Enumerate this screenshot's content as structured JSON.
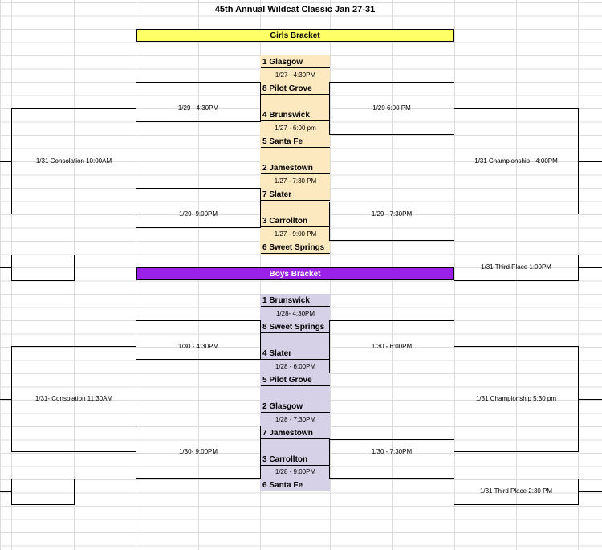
{
  "title": "45th Annual Wildcat Classic Jan 27-31",
  "girls": {
    "banner": "Girls Bracket",
    "teams": [
      "1 Glasgow",
      "8 Pilot Grove",
      "4 Brunswick",
      "5 Santa Fe",
      "2 Jamestown",
      "7 Slater",
      "3 Carrollton",
      "6 Sweet Springs"
    ],
    "first_round_times": [
      "1/27 - 4:30PM",
      "1/27 - 6:00 pm",
      "1/27 - 7:30 PM",
      "1/27 - 9:00 PM"
    ],
    "left_semis": [
      "1/29 - 4:30PM",
      "1/29- 9:00PM"
    ],
    "right_semis": [
      "1/29 6:00 PM",
      "1/29 - 7:30PM"
    ],
    "consolation": "1/31 Consolation 10:00AM",
    "championship": "1/31 Championship - 4:00PM",
    "third_place": "1/31 Third Place 1:00PM"
  },
  "boys": {
    "banner": "Boys Bracket",
    "teams": [
      "1 Brunswick",
      "8 Sweet Springs",
      "4 Slater",
      "5 Pilot Grove",
      "2 Glasgow",
      "7 Jamestown",
      "3 Carrollton",
      "6 Santa Fe"
    ],
    "first_round_times": [
      "1/28- 4:30PM",
      "1/28 - 6:00PM",
      "1/28 - 7:30PM",
      "1/28 - 9:00PM"
    ],
    "left_semis": [
      "1/30 - 4:30PM",
      "1/30- 9:00PM"
    ],
    "right_semis": [
      "1/30 - 6:00PM",
      "1/30 - 7:30PM"
    ],
    "consolation": "1/31- Consolation 11:30AM",
    "championship": "1/31 Championship 5:30 pm",
    "third_place": "1/31 Third Place 2:30 PM"
  }
}
